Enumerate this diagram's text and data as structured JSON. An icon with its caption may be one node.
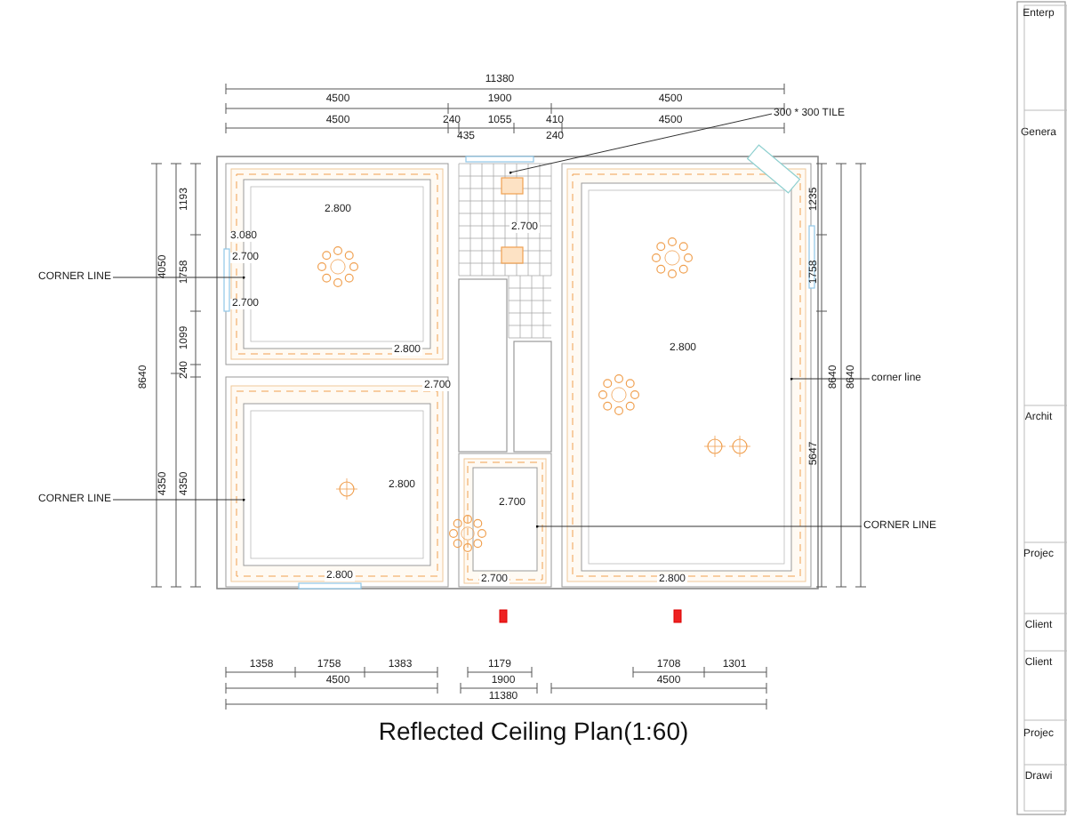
{
  "diagram": {
    "title": "Reflected Ceiling Plan(1:60)",
    "nodes": [
      {
        "text": [
          "300 * 300 TILE"
        ]
      },
      {
        "text": [
          "CORNER LINE"
        ]
      },
      {
        "text": [
          "corner line"
        ]
      },
      {
        "text": [
          "CORNER LINE"
        ]
      },
      {
        "text": [
          "CORNER LINE"
        ]
      },
      {
        "text": [],
        "shape": "box"
      },
      {
        "text": [],
        "shape": "box"
      },
      {
        "text": [],
        "shape": "box"
      },
      {
        "text": [],
        "shape": "box"
      }
    ],
    "edges": [
      {
        "from": 0,
        "to": null,
        "arrow": "other"
      },
      {
        "from": 1,
        "to": 5,
        "arrow": "other"
      },
      {
        "from": 2,
        "to": 7,
        "arrow": "other"
      },
      {
        "from": 3,
        "to": 6,
        "arrow": "other"
      },
      {
        "from": 4,
        "to": 8,
        "arrow": "other"
      }
    ],
    "labels": [
      "11380",
      "4500",
      "1900",
      "4500",
      "4500",
      "240",
      "1055",
      "410",
      "4500",
      "435",
      "240",
      "8640",
      "4050",
      "4350",
      "1193",
      "1758",
      "1099",
      "240",
      "4350",
      "1235",
      "1758",
      "5647",
      "8640",
      "8640",
      "1358",
      "1758",
      "1383",
      "1179",
      "1708",
      "1301",
      "4500",
      "1900",
      "4500",
      "11380",
      "3.080",
      "2.700",
      "2.700",
      "2.800",
      "2.800",
      "2.700",
      "2.800",
      "2.800",
      "2.700",
      "2.800",
      "2.800",
      "2.700",
      "2.700",
      "Enterp",
      "Genera",
      "Archit",
      "Projec",
      "Client",
      "Client",
      "Projec",
      "Drawi"
    ]
  }
}
